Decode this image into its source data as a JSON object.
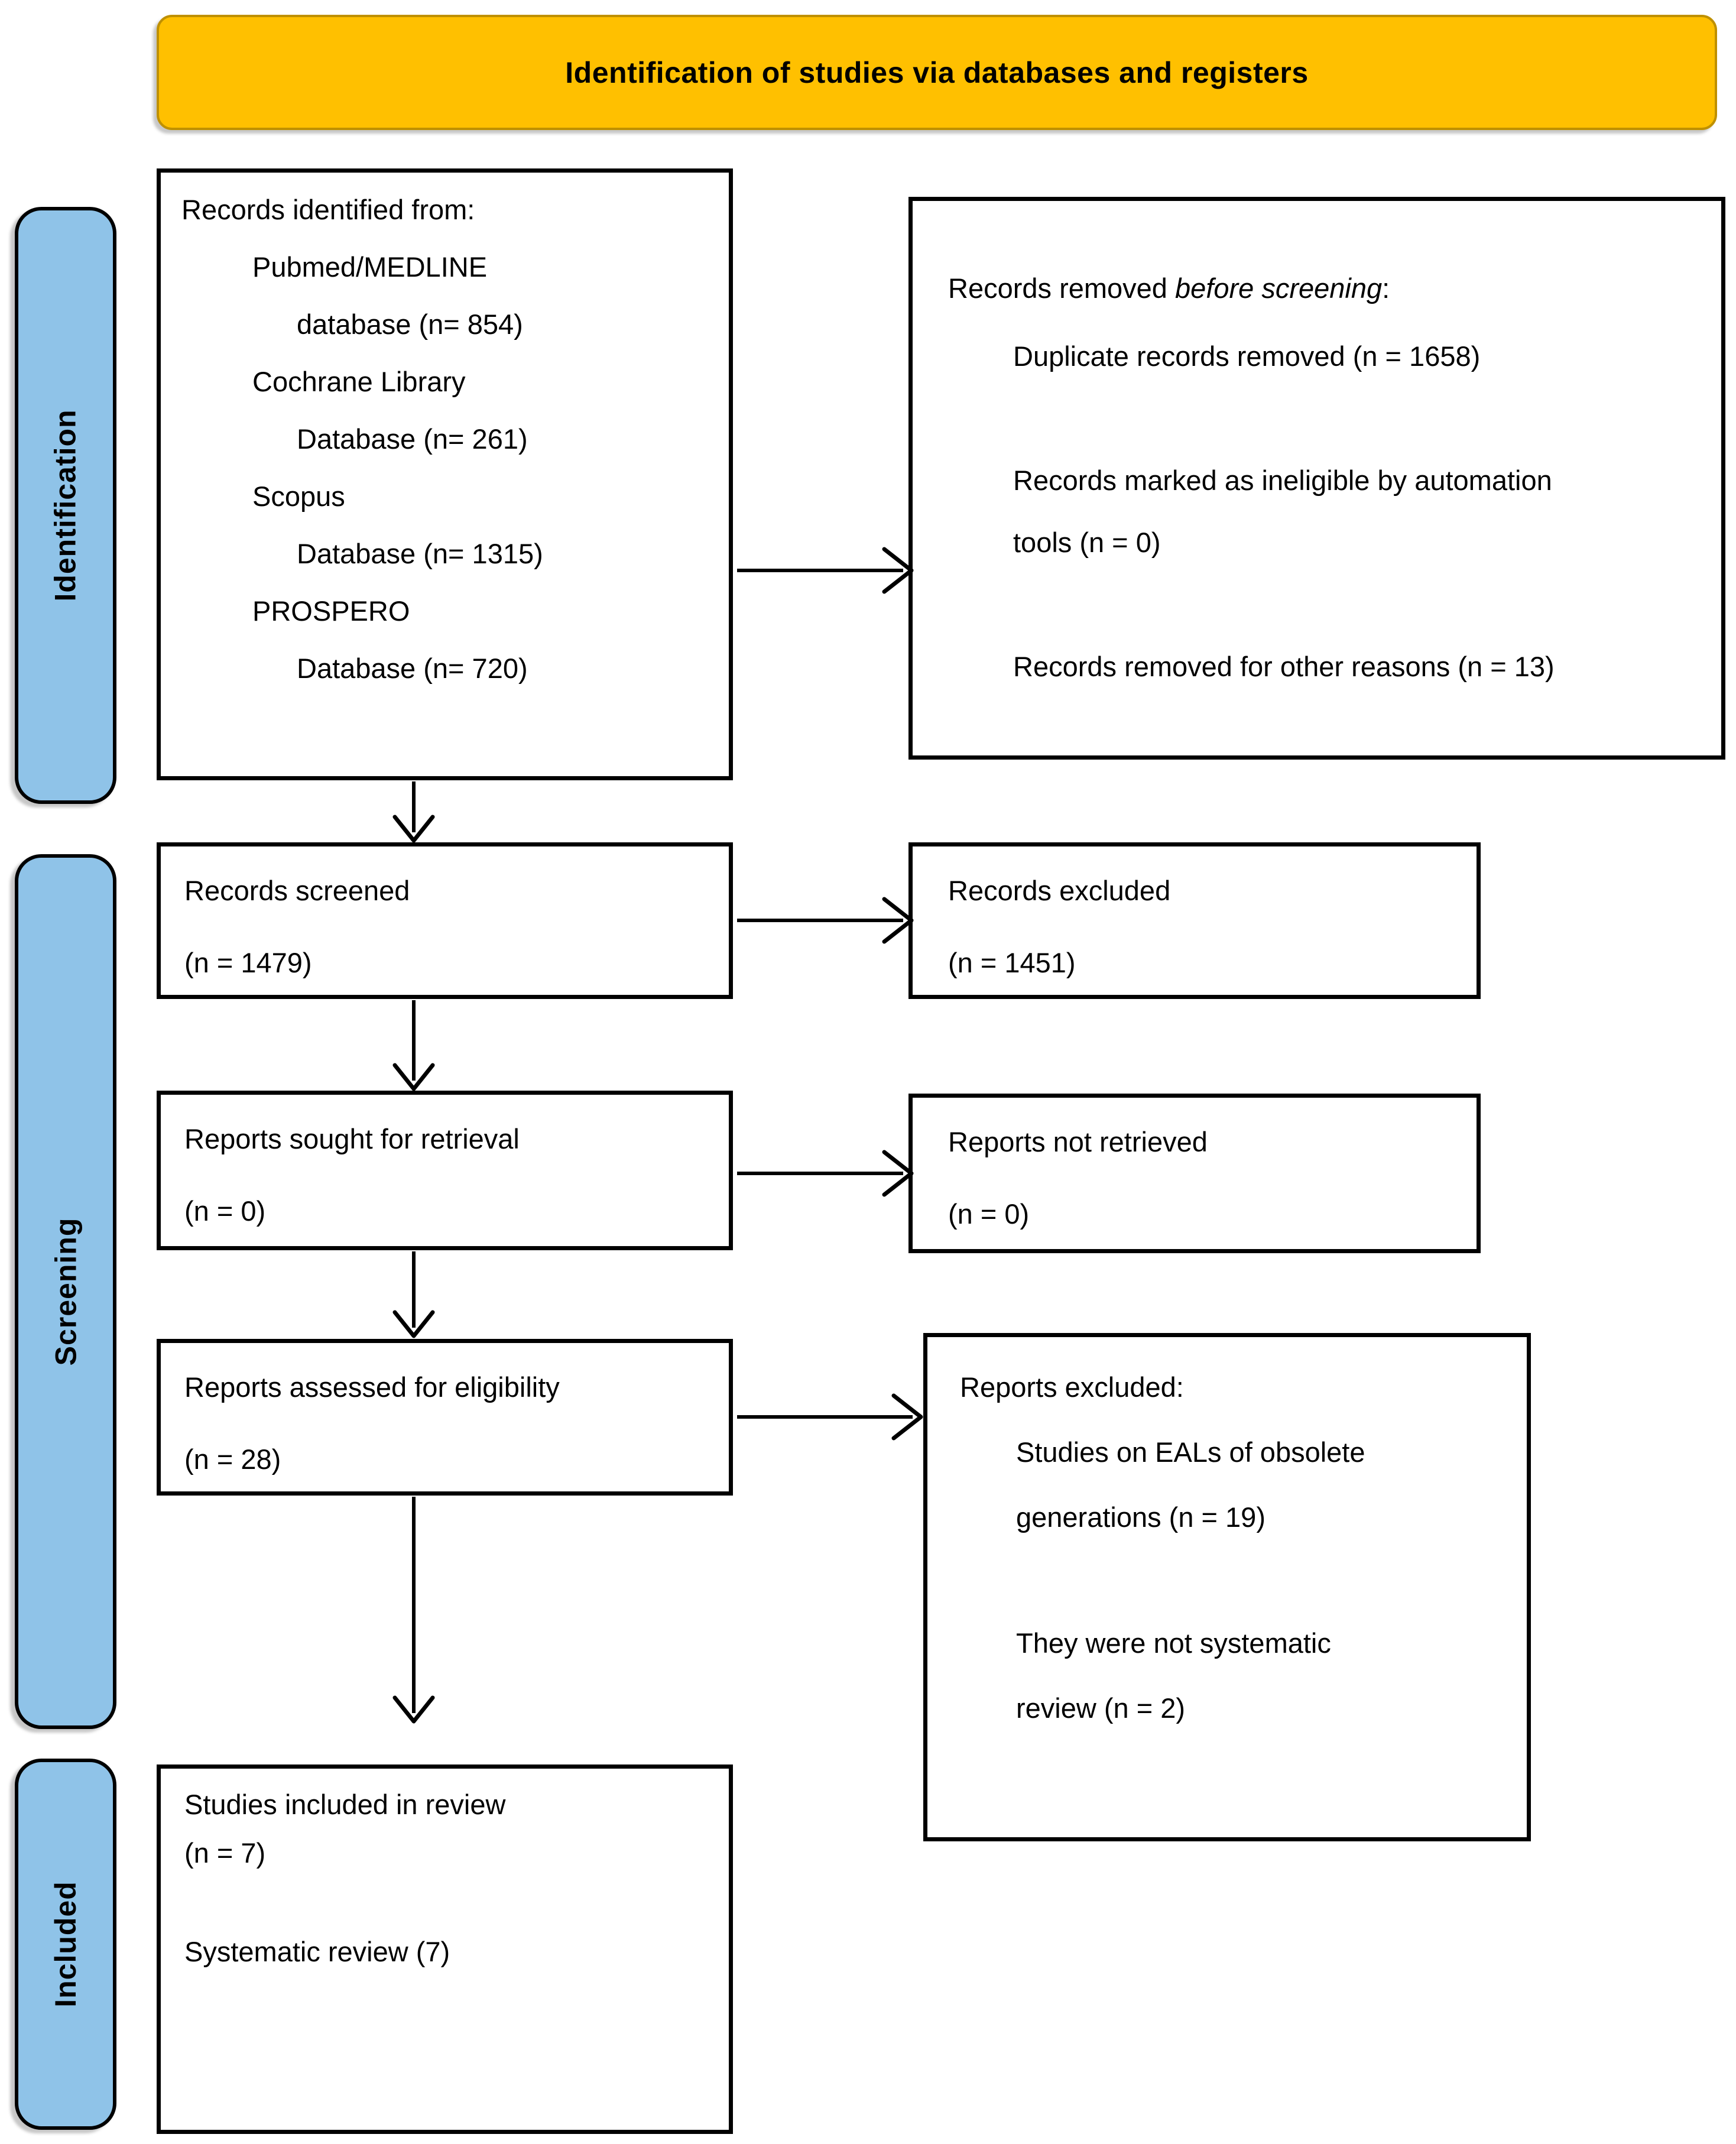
{
  "colors": {
    "banner_fill": "#FFC000",
    "banner_border": "#BF9000",
    "sidebar_fill": "#8FC3E8"
  },
  "banner": {
    "title": "Identification of studies via databases and registers"
  },
  "sidebar": {
    "stages": [
      {
        "label": "Identification"
      },
      {
        "label": "Screening"
      },
      {
        "label": "Included"
      }
    ]
  },
  "boxes": {
    "records_identified": {
      "lines": [
        "Records identified from:",
        "Pubmed/MEDLINE",
        "database (n= 854)",
        "Cochrane Library",
        "Database (n= 261)",
        "Scopus",
        "Database (n= 1315)",
        "PROSPERO",
        "Database (n= 720)"
      ]
    },
    "records_removed": {
      "title": [
        {
          "text": "Records removed ",
          "italic": false
        },
        {
          "text": "before screening",
          "italic": true
        },
        {
          "text": ":",
          "italic": false
        }
      ],
      "items": [
        [
          "Duplicate records removed (n = 1658)"
        ],
        [
          "Records marked as ineligible by automation",
          "tools (n = 0)"
        ],
        [
          "Records removed for other reasons (n = 13)"
        ]
      ]
    },
    "records_screened": {
      "lines": [
        "Records screened",
        "(n = 1479)"
      ]
    },
    "records_excluded": {
      "lines": [
        "Records excluded",
        "(n = 1451)"
      ]
    },
    "reports_sought": {
      "lines": [
        "Reports sought for retrieval",
        "(n = 0)"
      ]
    },
    "reports_not_retrieved": {
      "lines": [
        "Reports not retrieved",
        "(n = 0)"
      ]
    },
    "reports_assessed": {
      "lines": [
        "Reports assessed for eligibility",
        "(n = 28)"
      ]
    },
    "reports_excluded": {
      "title": "Reports excluded:",
      "items": [
        [
          "Studies on EALs of obsolete",
          "generations (n = 19)"
        ],
        [
          "They were not systematic",
          "review (n = 2)"
        ]
      ]
    },
    "studies_included": {
      "lines": [
        "Studies included in review",
        "(n = 7)",
        "Systematic review (7)"
      ]
    }
  }
}
